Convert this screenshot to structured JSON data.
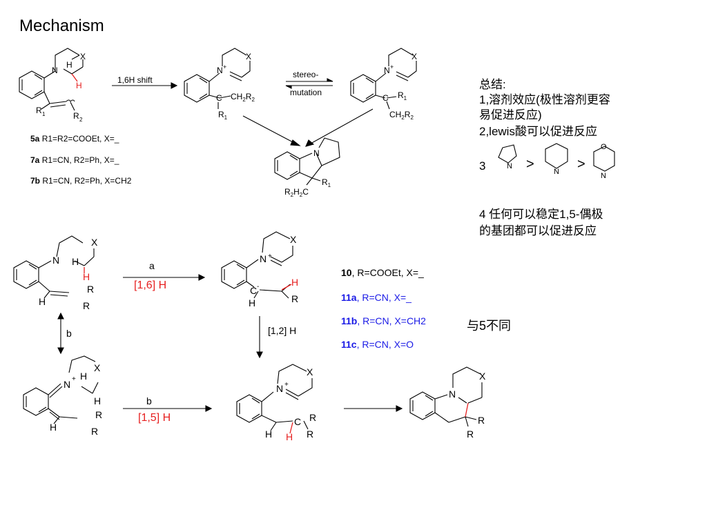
{
  "title": "Mechanism",
  "scheme1": {
    "arrow1_label": "1,6H shift",
    "arrow2_label_top": "stereo-",
    "arrow2_label_bottom": "mutation",
    "X": "X",
    "N": "N",
    "Nplus": "+",
    "H": "H",
    "R1": "R",
    "R1_sub": "1",
    "R2": "R",
    "R2_sub": "2",
    "C": "C",
    "CH2R2": "CH",
    "CH2R2_sub2": "2",
    "CH2R2_R": "R",
    "CH2R2_sub": "2",
    "R2H2C": "R",
    "R2H2C_2": "2",
    "R2H2C_H": "H",
    "R2H2C_22": "2",
    "R2H2C_C": "C"
  },
  "compounds1": [
    {
      "label": "5a",
      "text": " R1=R2=COOEt, X=_"
    },
    {
      "label": "7a",
      "text": " R1=CN, R2=Ph, X=_"
    },
    {
      "label": "7b",
      "text": " R1=CN, R2=Ph, X=CH2"
    }
  ],
  "summary": {
    "heading": "总结:",
    "line1": "1,溶剂效应(极性溶剂更容",
    "line2": "易促进反应)",
    "line3": "2,lewis酸可以促进反应",
    "line4_num": "3",
    "gt": ">",
    "O": "O",
    "line5": "4 任何可以稳定1,5-偶极",
    "line6": "的基团都可以促进反应"
  },
  "scheme2": {
    "arrow_a_label": "a",
    "arrow_a_sub": "[1,6] H",
    "arrow_b_label": "b",
    "arrow_b2_label": "b",
    "arrow_b2_sub": "[1,5] H",
    "arrow_12_label": "[1,2] H",
    "R": "R",
    "H": "H",
    "C": "C",
    "Cminus": "-",
    "Nplus": "+"
  },
  "compounds2": [
    {
      "label": "10",
      "text": ",   R=COOEt, X=_",
      "color": "#000000"
    },
    {
      "label": "11a",
      "text": ", R=CN,       X=_",
      "color": "#1a1ae6"
    },
    {
      "label": "11b",
      "text": ", R=CN,       X=CH2",
      "color": "#1a1ae6"
    },
    {
      "label": "11c",
      "text": ", R=CN,       X=O",
      "color": "#1a1ae6"
    }
  ],
  "note": "与5不同",
  "colors": {
    "red": "#e61e1e",
    "blue": "#1a1ae6",
    "black": "#000000"
  }
}
